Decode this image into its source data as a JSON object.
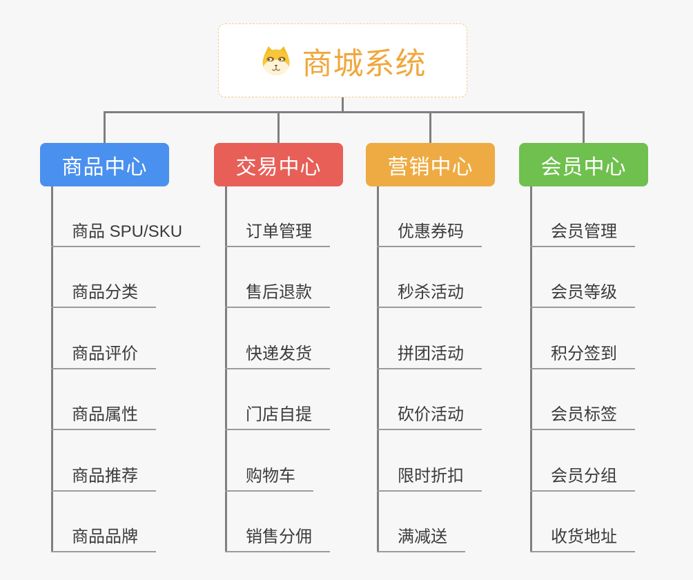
{
  "page": {
    "background_color": "#f7f7f7",
    "connector_color": "#7f7f7f",
    "underline_color": "#9a9a9a",
    "child_text_color": "#3b3b3b"
  },
  "root": {
    "label": "商城系统",
    "icon": "shiba-dog-icon",
    "text_color": "#f0a73d",
    "background_color": "#ffffff",
    "border_color": "#f0c98e"
  },
  "branches": [
    {
      "label": "商品中心",
      "color": "#4a90ee",
      "children": [
        "商品 SPU/SKU",
        "商品分类",
        "商品评价",
        "商品属性",
        "商品推荐",
        "商品品牌"
      ]
    },
    {
      "label": "交易中心",
      "color": "#e85f58",
      "children": [
        "订单管理",
        "售后退款",
        "快递发货",
        "门店自提",
        "购物车",
        "销售分佣"
      ]
    },
    {
      "label": "营销中心",
      "color": "#eeab43",
      "children": [
        "优惠券码",
        "秒杀活动",
        "拼团活动",
        "砍价活动",
        "限时折扣",
        "满减送"
      ]
    },
    {
      "label": "会员中心",
      "color": "#6fc04e",
      "children": [
        "会员管理",
        "会员等级",
        "积分签到",
        "会员标签",
        "会员分组",
        "收货地址"
      ]
    }
  ]
}
